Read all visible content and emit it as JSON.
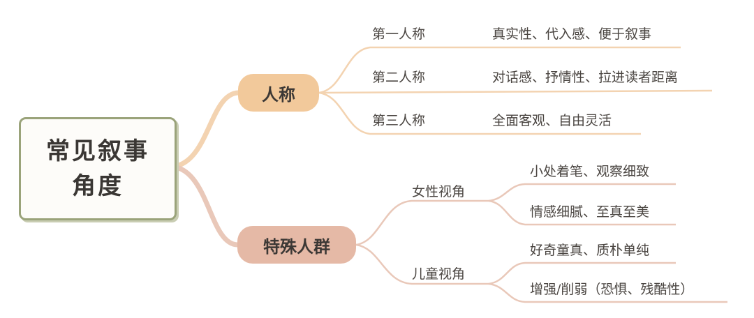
{
  "root": {
    "line1": "常见叙事",
    "line2": "角度"
  },
  "branches": [
    {
      "label": "人称",
      "items": [
        {
          "label": "第一人称",
          "detail": "真实性、代入感、便于叙事"
        },
        {
          "label": "第二人称",
          "detail": "对话感、抒情性、拉进读者距离"
        },
        {
          "label": "第三人称",
          "detail": "全面客观、自由灵活"
        }
      ]
    },
    {
      "label": "特殊人群",
      "items": [
        {
          "label": "女性视角",
          "details": [
            "小处着笔、观察细致",
            "情感细腻、至真至美"
          ]
        },
        {
          "label": "儿童视角",
          "details": [
            "好奇童真、质朴单纯",
            "增强/削弱（恐惧、残酷性）"
          ]
        }
      ]
    }
  ],
  "colors": {
    "root_border": "#9aa37a",
    "branch1_fill": "#f2c99b",
    "branch1_line": "#f3d3b1",
    "branch2_fill": "#e5b9a6",
    "branch2_line": "#e9c8b9"
  }
}
